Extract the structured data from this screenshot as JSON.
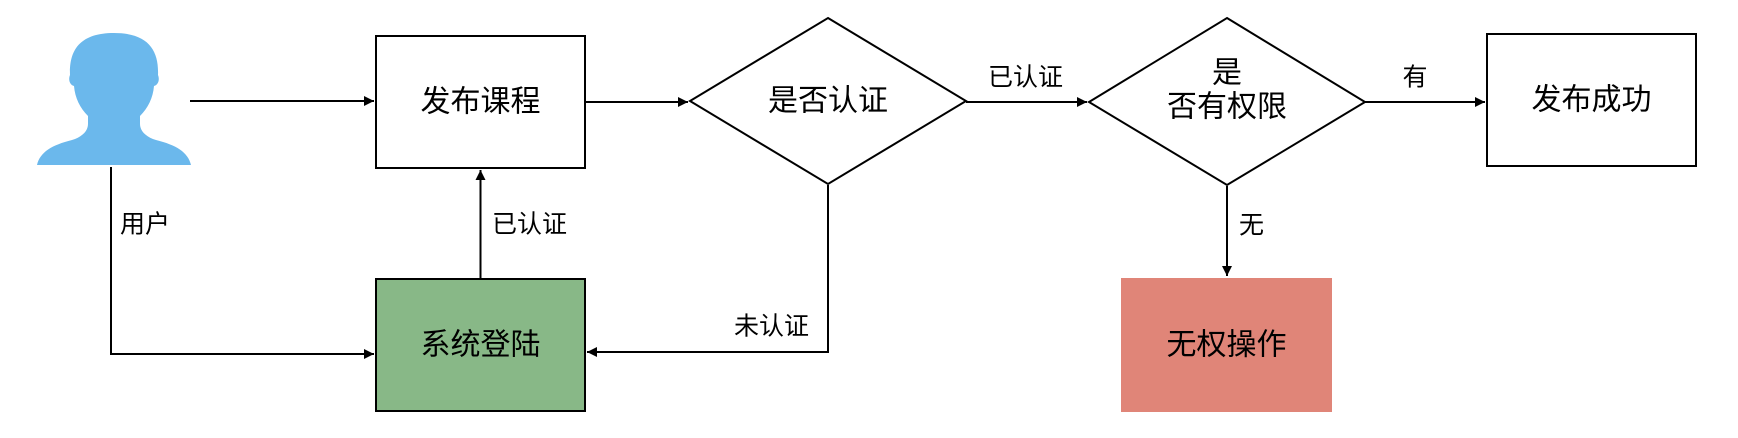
{
  "colors": {
    "user_icon": "#6bb8ec",
    "login_box": "#88b887",
    "no_permission_box": "#e08578",
    "default_box": "#ffffff",
    "stroke": "#000000"
  },
  "nodes": {
    "user": {
      "label": "用户",
      "icon": "user-icon"
    },
    "publish_course": {
      "label": "发布课程"
    },
    "is_authenticated": {
      "label": "是否认证"
    },
    "has_permission": {
      "line1": "是",
      "line2": "否有权限"
    },
    "publish_success": {
      "label": "发布成功"
    },
    "system_login": {
      "label": "系统登陆"
    },
    "no_permission": {
      "label": "无权操作"
    }
  },
  "edges": {
    "login_to_publish": "已认证",
    "authenticated_to_permission": "已认证",
    "not_authenticated_to_login": "未认证",
    "permission_yes": "有",
    "permission_no": "无"
  }
}
